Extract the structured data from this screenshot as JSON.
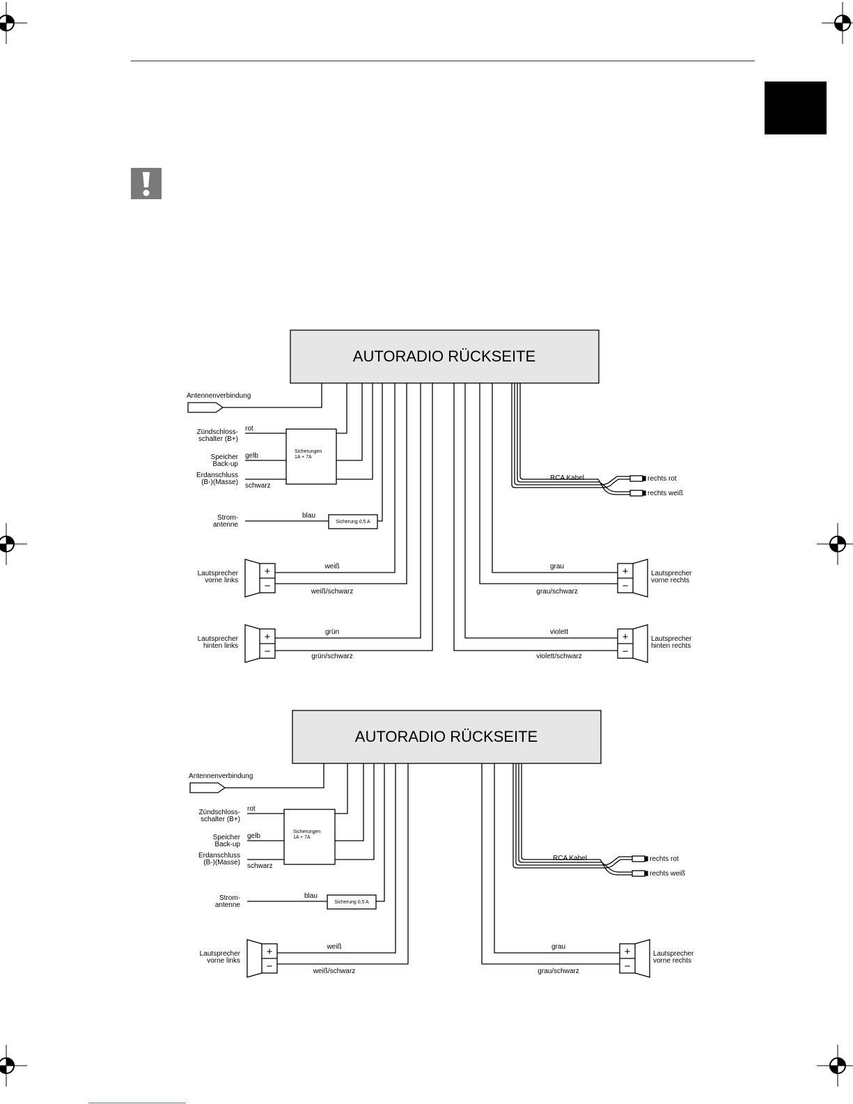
{
  "diagrams": [
    {
      "title": "AUTORADIO RÜCKSEITE",
      "antenna_label": "Antennenverbindung",
      "ignition_label_1": "Zündschloss-",
      "ignition_label_2": "schalter (B+)",
      "memory_label_1": "Speicher",
      "memory_label_2": "Back-up",
      "ground_label_1": "Erdanschluss",
      "ground_label_2": "(B-)(Masse)",
      "wire_rot": "rot",
      "wire_gelb": "gelb",
      "wire_schwarz": "schwarz",
      "fuse_box_1": "Sicherungen",
      "fuse_box_2": "1A + 7A",
      "power_antenna_1": "Strom-",
      "power_antenna_2": "antenne",
      "wire_blau": "blau",
      "fuse_small": "Sicherung 0,5 A",
      "rca_label": "RCA Kabel",
      "rca_red": "rechts rot",
      "rca_white": "rechts weiß",
      "front_left_1": "Lautsprecher",
      "front_left_2": "vorne links",
      "front_right_1": "Lautsprecher",
      "front_right_2": "vorne rechts",
      "wire_weiss": "weiß",
      "wire_weiss_schwarz": "weiß/schwarz",
      "wire_grau": "grau",
      "wire_grau_schwarz": "grau/schwarz",
      "rear_left_1": "Lautsprecher",
      "rear_left_2": "hinten links",
      "rear_right_1": "Lautsprecher",
      "rear_right_2": "hinten rechts",
      "wire_gruen": "grün",
      "wire_gruen_schwarz": "grün/schwarz",
      "wire_violett": "violett",
      "wire_violett_schwarz": "violett/schwarz",
      "plus": "+",
      "minus": "−"
    },
    {
      "title": "AUTORADIO RÜCKSEITE",
      "antenna_label": "Antennenverbindung",
      "ignition_label_1": "Zündschloss-",
      "ignition_label_2": "schalter (B+)",
      "memory_label_1": "Speicher",
      "memory_label_2": "Back-up",
      "ground_label_1": "Erdanschluss",
      "ground_label_2": "(B-)(Masse)",
      "wire_rot": "rot",
      "wire_gelb": "gelb",
      "wire_schwarz": "schwarz",
      "fuse_box_1": "Sicherungen",
      "fuse_box_2": "1A + 7A",
      "power_antenna_1": "Strom-",
      "power_antenna_2": "antenne",
      "wire_blau": "blau",
      "fuse_small": "Sicherung 0,5 A",
      "rca_label": "RCA Kabel",
      "rca_red": "rechts rot",
      "rca_white": "rechts weiß",
      "front_left_1": "Lautsprecher",
      "front_left_2": "vorne links",
      "front_right_1": "Lautsprecher",
      "front_right_2": "vorne rechts",
      "wire_weiss": "weiß",
      "wire_weiss_schwarz": "weiß/schwarz",
      "wire_grau": "grau",
      "wire_grau_schwarz": "grau/schwarz",
      "plus": "+",
      "minus": "−"
    }
  ],
  "colors": {
    "box_fill": "#e6e6e6",
    "tab_fill": "#000000",
    "warning_icon": "#7a7a7a"
  },
  "icons": {
    "warning": "exclamation-icon",
    "registration": "crosshair-registration-mark"
  }
}
